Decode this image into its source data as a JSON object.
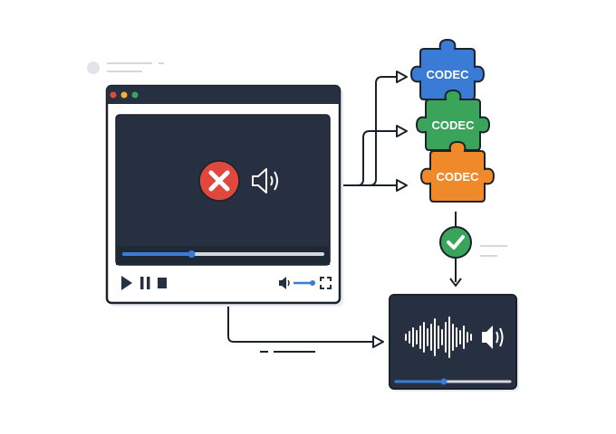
{
  "diagram": {
    "codecs": [
      {
        "label": "CODEC",
        "color": "#3a7bd5"
      },
      {
        "label": "CODEC",
        "color": "#3aa45a"
      },
      {
        "label": "CODEC",
        "color": "#f0892a"
      }
    ],
    "colors": {
      "dark": "#263040",
      "outline": "#1c222b",
      "error": "#e0473d",
      "success": "#3aa45a",
      "accent": "#3a7bd5"
    },
    "player": {
      "progress": 0.34,
      "volume": 1.0,
      "status": "error"
    },
    "output": {
      "progress": 0.42,
      "status": "playing"
    }
  }
}
